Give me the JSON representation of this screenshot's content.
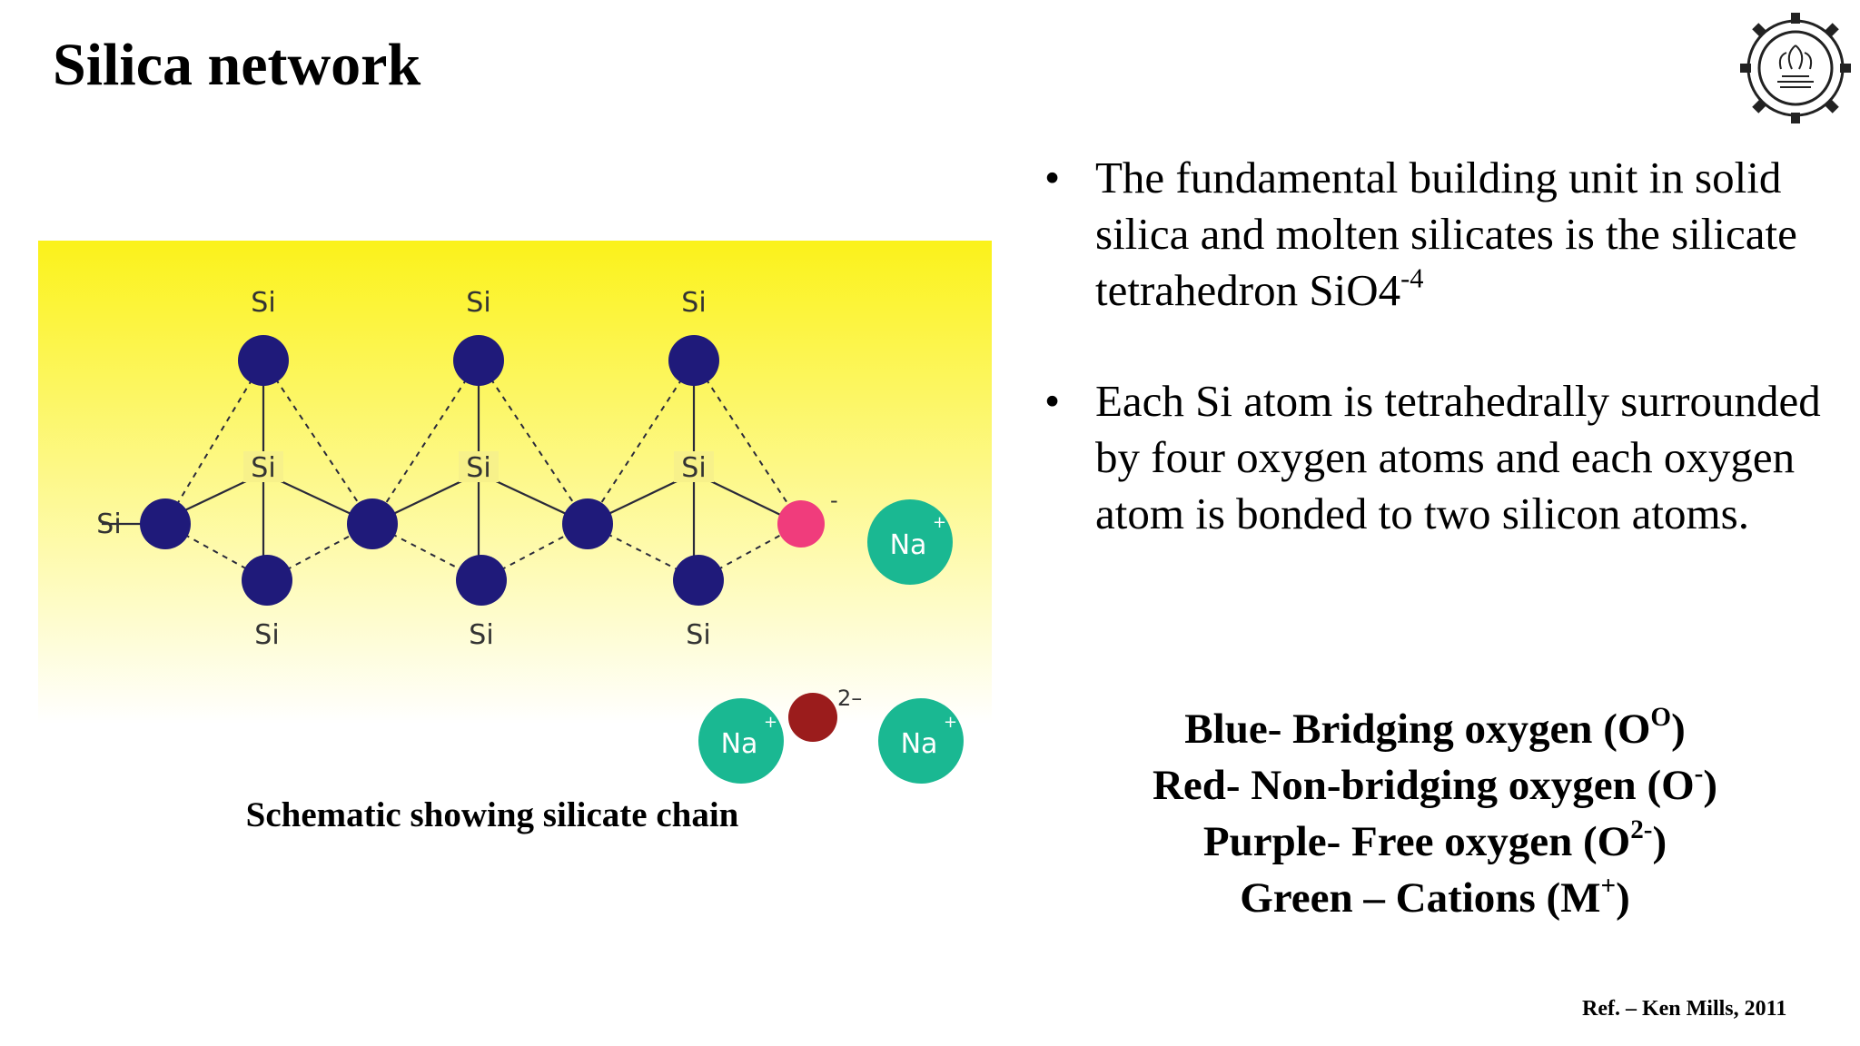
{
  "slide": {
    "title": "Silica network",
    "caption": "Schematic showing silicate chain",
    "reference": "Ref. – Ken Mills, 2011"
  },
  "bullets": [
    {
      "marker": "•",
      "text": "The fundamental building unit in solid silica and molten silicates is the silicate tetrahedron SiO4",
      "sup": "-4"
    },
    {
      "marker": "•",
      "text": "Each Si atom is tetrahedrally surrounded by four oxygen atoms and each oxygen atom is bonded to two silicon atoms.",
      "sup": ""
    }
  ],
  "legend": [
    {
      "text": "Blue- Bridging oxygen (O",
      "sup": "O",
      "after": ")"
    },
    {
      "text": "Red- Non-bridging oxygen (O",
      "sup": "-",
      "after": ")"
    },
    {
      "text": "Purple- Free oxygen (O",
      "sup": "2-",
      "after": ")"
    },
    {
      "text": "Green – Cations (M",
      "sup": "+",
      "after": ")"
    }
  ],
  "diagram": {
    "si_label": "Si",
    "na_label": "Na",
    "plus_label": "+",
    "minus_label": "-",
    "free_oxygen_charge": "2–",
    "colors": {
      "bridging_oxygen": "#1f1a7a",
      "non_bridging_oxygen": "#f03c7c",
      "free_oxygen": "#9b1c1c",
      "cation": "#1ab892",
      "gradient_top": "#fbf21a",
      "gradient_bottom": "#ffffff"
    }
  }
}
